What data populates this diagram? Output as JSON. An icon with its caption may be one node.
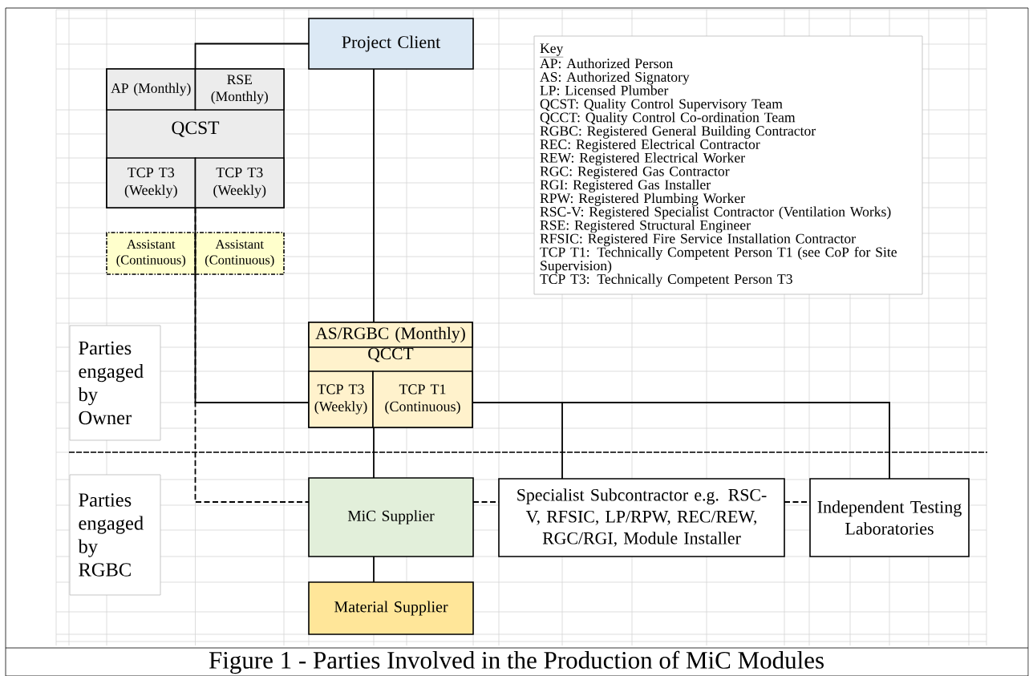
{
  "diagram": {
    "caption": "Figure 1 - Parties Involved in the Production of MiC Modules",
    "nodes": [
      {
        "text": [
          "Project Client"
        ]
      },
      {
        "text": [
          "QCST"
        ]
      },
      {
        "text": [
          "AP (Monthly)"
        ],
        "in": 1
      },
      {
        "text": [
          "RSE (Monthly)"
        ],
        "in": 1
      },
      {
        "text": [
          "TCP T3 (Weekly)"
        ],
        "in": 1
      },
      {
        "text": [
          "TCP T3 (Weekly)"
        ],
        "in": 1
      },
      {
        "text": [
          "Assistant (Continuous)"
        ]
      },
      {
        "text": [
          "Assistant (Continuous)"
        ]
      },
      {
        "text": [
          "Key",
          "AP: Authorized Person",
          "AS: Authorized Signatory",
          "LP: Licensed Plumber",
          "QCST: Quality Control Supervisory Team",
          "QCCT: Quality Control Co-ordination Team",
          "RGBC: Registered General Building Contractor",
          "REC: Registered Electrical Contractor",
          "REW: Registered Electrical Worker",
          "RGC: Registered Gas Contractor",
          "RGI: Registered Gas Installer",
          "RPW: Registered Plumbing Worker",
          "RSC-V: Registered Specialist Contractor (Ventilation Works)",
          "RSE: Registered Structural Engineer",
          "RFSIC: Registered Fire Service Installation Contractor",
          "TCP T1: Technically Competent Person T1 (see CoP for Site Supervision)",
          "TCP T3: Technically Competent Person T3"
        ]
      },
      {
        "text": [
          "QCCT"
        ]
      },
      {
        "text": [
          "AS/RGBC (Monthly)"
        ],
        "in": 9
      },
      {
        "text": [
          "TCP T3 (Weekly)"
        ],
        "in": 9
      },
      {
        "text": [
          "TCP T1 (Continuous)"
        ],
        "in": 9
      },
      {
        "text": [
          "Parties engaged by Owner"
        ]
      },
      {
        "text": [
          "MiC Supplier"
        ]
      },
      {
        "text": [
          "Specialist Subcontractor e.g. RSC-V, RFSIC, LP/RPW, REC/REW, RGC/RGI, Module Installer"
        ]
      },
      {
        "text": [
          "Independent Testing Laboratories"
        ]
      },
      {
        "text": [
          "Parties engaged by RGBC"
        ]
      },
      {
        "text": [
          "Material Supplier"
        ]
      }
    ],
    "edges": [
      {
        "from": 0,
        "to": 1,
        "arrow": "none"
      },
      {
        "from": 0,
        "to": 9,
        "arrow": "none"
      },
      {
        "from": 1,
        "to": 9,
        "arrow": "none"
      },
      {
        "from": 1,
        "to": 14,
        "arrow": "none",
        "style": "dashed"
      },
      {
        "from": 9,
        "to": 14,
        "arrow": "none"
      },
      {
        "from": 9,
        "to": 15,
        "arrow": "none"
      },
      {
        "from": 9,
        "to": 16,
        "arrow": "none"
      },
      {
        "from": 14,
        "to": 15,
        "arrow": "none",
        "style": "dashed"
      },
      {
        "from": 15,
        "to": 16,
        "arrow": "none",
        "style": "dashed"
      },
      {
        "from": 14,
        "to": 18,
        "arrow": "none"
      }
    ]
  }
}
